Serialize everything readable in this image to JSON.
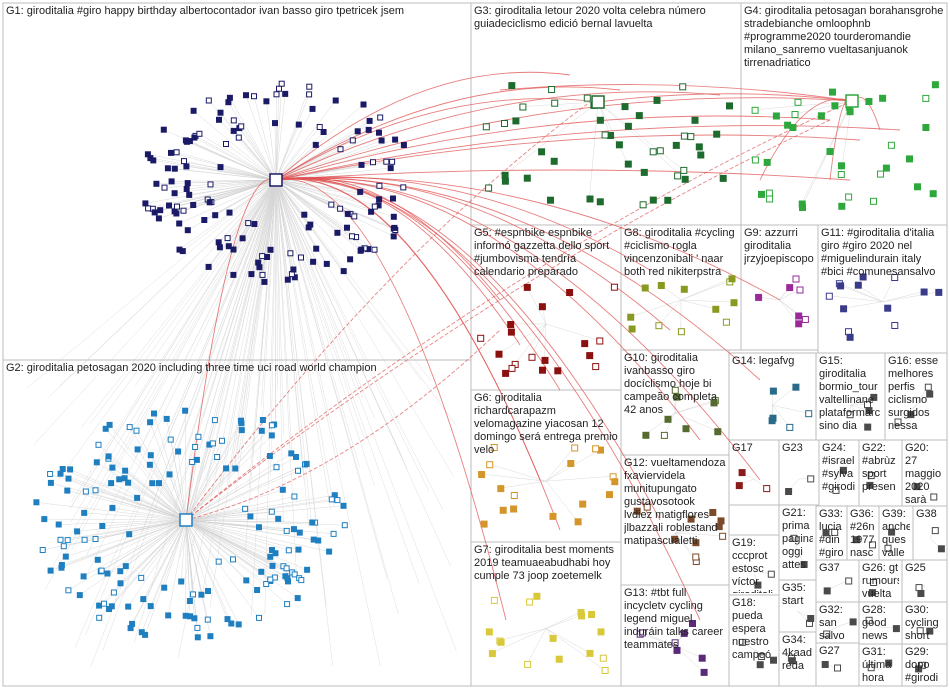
{
  "groups": [
    {
      "id": "G1",
      "label": "G1: giroditalia #giro happy birthday albertocontador ivan basso giro tpetricek jsem",
      "color": "#1a1a66"
    },
    {
      "id": "G2",
      "label": "G2: giroditalia petosagan 2020 including three time uci road world champion",
      "color": "#1f7fc0"
    },
    {
      "id": "G3",
      "label": "G3: giroditalia letour 2020 volta celebra número guiadeciclismo edició bernal lavuelta",
      "color": "#1e6b2e"
    },
    {
      "id": "G4",
      "label": "G4: giroditalia petosagan borahansgrohe stradebianche omloophnb #programme2020 tourderomandie milano_sanremo vueltasanjuanok tirrenadriatico",
      "color": "#2ea83c"
    },
    {
      "id": "G5",
      "label": "G5: #espnbike espnbike informó gazzetta dello sport #jumbovisma tendría calendario preparado",
      "color": "#8b1010"
    },
    {
      "id": "G6",
      "label": "G6: giroditalia richardcarapazm velomagazine yiacosan 12 domingo será entrega premio velo",
      "color": "#d4962a"
    },
    {
      "id": "G7",
      "label": "G7: giroditalia best moments 2019 teamuaeabudhabi hoy cumple 73 joop zoetemelk",
      "color": "#d8c83a"
    },
    {
      "id": "G8",
      "label": "G8: giroditalia #cycling #ciclismo rogla vincenzonibali ' naar both red nikiterpstra",
      "color": "#8a9a20"
    },
    {
      "id": "G9",
      "label": "G9: azzurri giroditalia jrzyjoepiscopo",
      "color": "#9a2a9a"
    },
    {
      "id": "G10",
      "label": "G10: giroditalia ivanbasso giro docíclismo hoje bi campeão completa 42 anos",
      "color": "#556b2f"
    },
    {
      "id": "G11",
      "label": "G11: #giroditalia d'italia giro #giro 2020 nel #miguelindurain italy #bici #comunesansalvo",
      "color": "#3a3a8a"
    },
    {
      "id": "G12",
      "label": "G12: vueltamendoza fxaviervidela munitupungato gustavosotook lvdiez matigflores jlbazzali roblestand matipascualetti",
      "color": "#7a4a2a"
    },
    {
      "id": "G13",
      "label": "G13: #tbt full incycletv cycling legend miguel induráin talks career teammates",
      "color": "#5a2a7a"
    },
    {
      "id": "G14",
      "label": "G14: legafvg",
      "color": "#2a6a8a"
    },
    {
      "id": "G15",
      "label": "G15: giroditalia bormio_tour valtellinane plataformarc sino dia",
      "color": "#4a4a4a"
    },
    {
      "id": "G16",
      "label": "G16: esse melhores perfis ciclismo surgidos nessa",
      "color": "#4a4a4a"
    },
    {
      "id": "G17",
      "label": "G17",
      "color": "#8b1a1a"
    },
    {
      "id": "G18",
      "label": "G18: pueda espera nuestro campeó",
      "color": "#4a4a4a"
    },
    {
      "id": "G19",
      "label": "G19: cccprot estosc víctor giroditali",
      "color": "#4a4a4a"
    },
    {
      "id": "G20",
      "label": "G20: 27 maggio 2020 sarà",
      "color": "#4a4a4a"
    },
    {
      "id": "G21",
      "label": "G21: prima pagina oggi attes",
      "color": "#4a4a4a"
    },
    {
      "id": "G22",
      "label": "G22: #abrùz sport presen",
      "color": "#4a4a4a"
    },
    {
      "id": "G23",
      "label": "G23",
      "color": "#4a4a4a"
    },
    {
      "id": "G24",
      "label": "G24: #israel #sylva #girodi",
      "color": "#4a4a4a"
    },
    {
      "id": "G25",
      "label": "G25",
      "color": "#4a4a4a"
    },
    {
      "id": "G26",
      "label": "G26: gt rumours vuelta",
      "color": "#4a4a4a"
    },
    {
      "id": "G27",
      "label": "G27",
      "color": "#4a4a4a"
    },
    {
      "id": "G28",
      "label": "G28: good news",
      "color": "#4a4a4a"
    },
    {
      "id": "G29",
      "label": "G29: dopo #girodi",
      "color": "#4a4a4a"
    },
    {
      "id": "G30",
      "label": "G30: cycling short",
      "color": "#4a4a4a"
    },
    {
      "id": "G31",
      "label": "G31: última hora",
      "color": "#4a4a4a"
    },
    {
      "id": "G32",
      "label": "G32: san salvo",
      "color": "#4a4a4a"
    },
    {
      "id": "G33",
      "label": "G33: lucia #din #giro",
      "color": "#4a4a4a"
    },
    {
      "id": "G34",
      "label": "G34: 4kaad reda",
      "color": "#4a4a4a"
    },
    {
      "id": "G35",
      "label": "G35: start",
      "color": "#4a4a4a"
    },
    {
      "id": "G36",
      "label": "G36: #26n 1977 nasc",
      "color": "#4a4a4a"
    },
    {
      "id": "G37",
      "label": "G37",
      "color": "#4a4a4a"
    },
    {
      "id": "G38",
      "label": "G38",
      "color": "#4a4a4a"
    },
    {
      "id": "G39",
      "label": "G39: anche ques valle",
      "color": "#4a4a4a"
    }
  ]
}
